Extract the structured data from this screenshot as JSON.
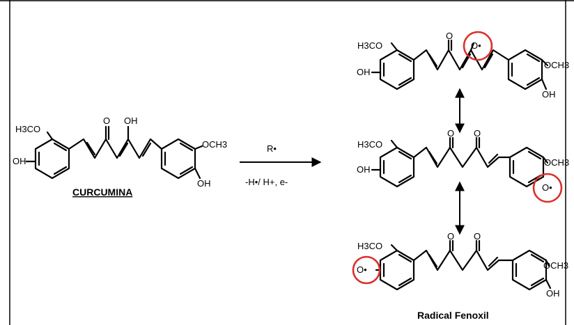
{
  "colors": {
    "highlight": "#d9302b",
    "ink": "#000000"
  },
  "reactant": {
    "name": "CURCUMINA",
    "groups": {
      "methoxy_left": "H3CO",
      "hydroxy_left": "OH",
      "keto": "O",
      "enol": "OH",
      "methoxy_right": "OCH3",
      "hydroxy_right": "OH"
    }
  },
  "reaction": {
    "reagent": "R•",
    "conditions": "-H•/ H+, e-"
  },
  "product": {
    "name": "Radical Fenoxil",
    "radical_oxygen": "O•",
    "structures": [
      {
        "methoxy_left": "H3CO",
        "hydroxy_left": "OH",
        "keto": "O",
        "methoxy_right": "OCH3",
        "hydroxy_right": "OH"
      },
      {
        "methoxy_left": "H3CO",
        "hydroxy_left": "OH",
        "keto_1": "O",
        "keto_2": "O",
        "methoxy_right": "OCH3"
      },
      {
        "methoxy_left": "H3CO",
        "keto_1": "O",
        "keto_2": "O",
        "methoxy_right": "OCH3",
        "hydroxy_right": "OH"
      }
    ]
  }
}
